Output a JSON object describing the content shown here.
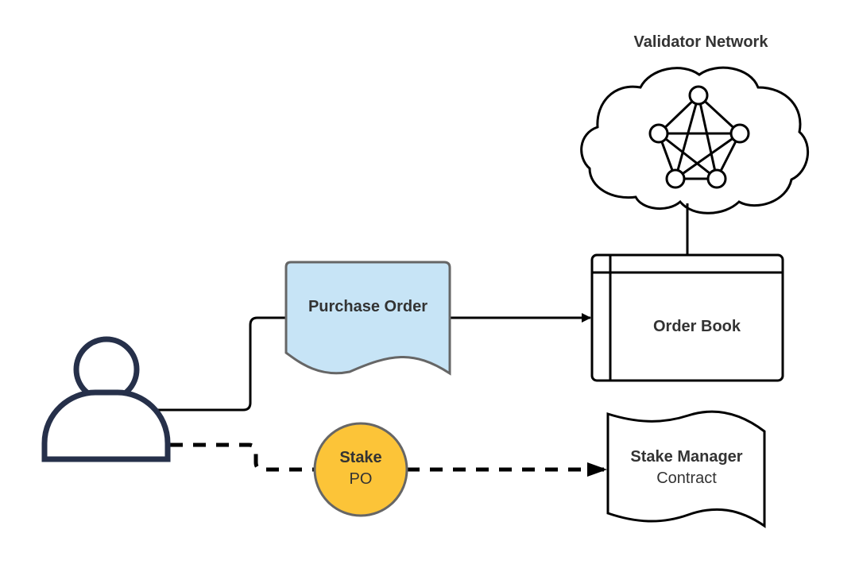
{
  "network": {
    "title": "Validator Network"
  },
  "purchase_order": {
    "label": "Purchase Order"
  },
  "order_book": {
    "label": "Order Book"
  },
  "stake": {
    "line1": "Stake",
    "line2": "PO"
  },
  "stake_manager": {
    "line1": "Stake Manager",
    "line2": "Contract"
  },
  "colors": {
    "purchase_order_fill": "#c7e4f6",
    "stake_fill": "#fcc438",
    "user_stroke": "#26304a",
    "line": "#000000",
    "text": "#333333"
  },
  "icons": [
    "user-icon",
    "cloud-icon",
    "network-graph-icon"
  ]
}
